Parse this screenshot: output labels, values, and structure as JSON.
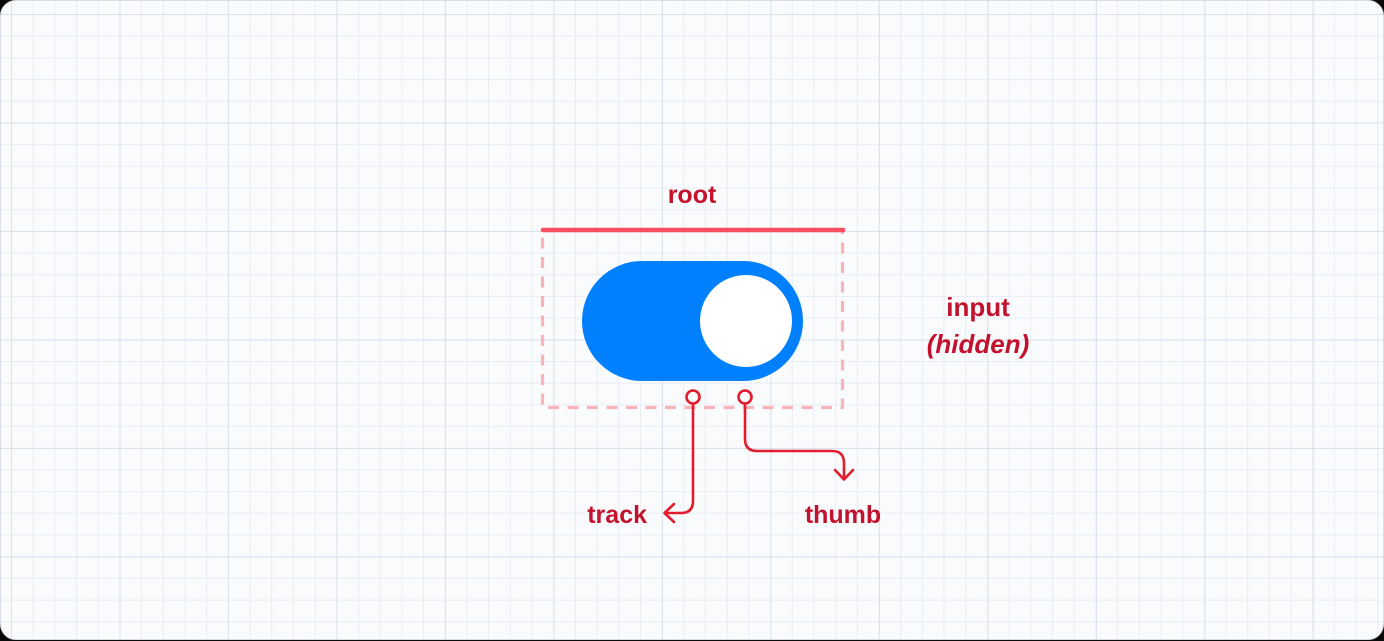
{
  "annotations": {
    "root_label": "root",
    "track_label": "track",
    "thumb_label": "thumb",
    "input_label": "input",
    "input_note": "(hidden)"
  },
  "switch": {
    "state": "on"
  },
  "colors": {
    "switch_blue": "#0080fc",
    "thumb_white": "#ffffff",
    "bracket_red": "#f94f5e",
    "connector_red": "#e11d2d",
    "label_red": "#c3122d",
    "dashed_pink": "#f9b4b9"
  }
}
